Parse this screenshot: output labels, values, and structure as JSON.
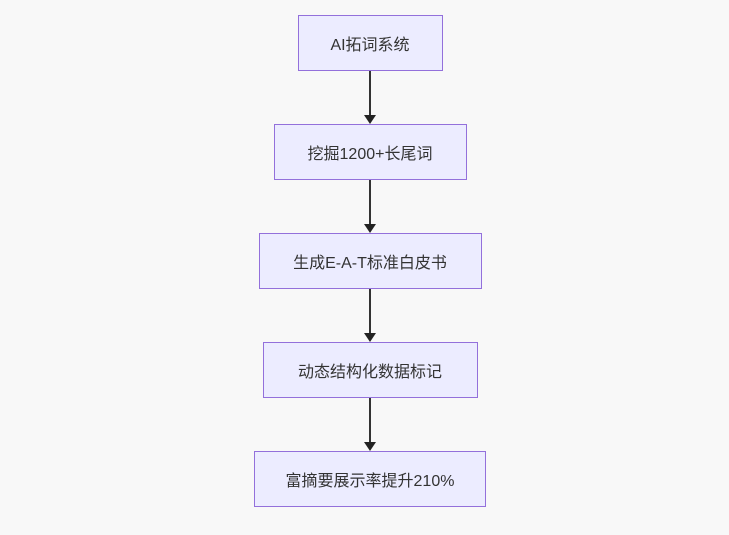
{
  "diagram": {
    "type": "flowchart",
    "direction": "top-to-bottom",
    "nodes": [
      {
        "label": "AI拓词系统"
      },
      {
        "label": "挖掘1200+长尾词"
      },
      {
        "label": "生成E-A-T标准白皮书"
      },
      {
        "label": "动态结构化数据标记"
      },
      {
        "label": "富摘要展示率提升210%"
      }
    ],
    "edges": [
      {
        "from": 0,
        "to": 1
      },
      {
        "from": 1,
        "to": 2
      },
      {
        "from": 2,
        "to": 3
      },
      {
        "from": 3,
        "to": 4
      }
    ],
    "colors": {
      "node_fill": "#ececff",
      "node_border": "#9370db",
      "node_text": "#333333",
      "arrow": "#333333",
      "background": "#f8f8f8"
    }
  }
}
